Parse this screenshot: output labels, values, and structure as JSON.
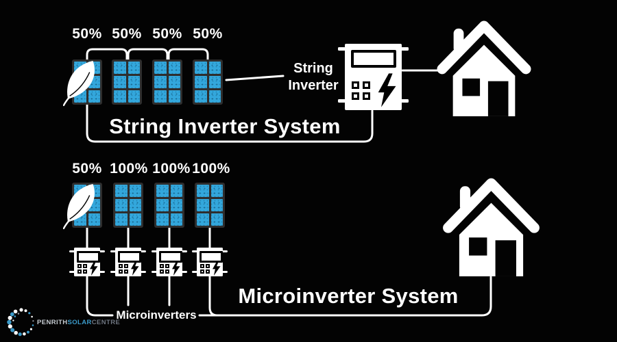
{
  "colors": {
    "background": "#030303",
    "panel_blue": "#33A7DC",
    "panel_frame": "#2E2E2E",
    "wire_white": "#FFFFFF",
    "logo_blue": "#3B9AC9",
    "logo_gray": "#6E7580"
  },
  "string_system": {
    "panel_labels": [
      "50%",
      "50%",
      "50%",
      "50%"
    ],
    "inverter_label_line1": "String",
    "inverter_label_line2": "Inverter",
    "title": "String Inverter System"
  },
  "micro_system": {
    "panel_labels": [
      "50%",
      "100%",
      "100%",
      "100%"
    ],
    "microinverters_label": "Microinverters",
    "title": "Microinverter System"
  },
  "logo": {
    "name_part_1": "PENRITH",
    "name_part_2": "SOLAR",
    "name_part_3": "CENTRE"
  }
}
